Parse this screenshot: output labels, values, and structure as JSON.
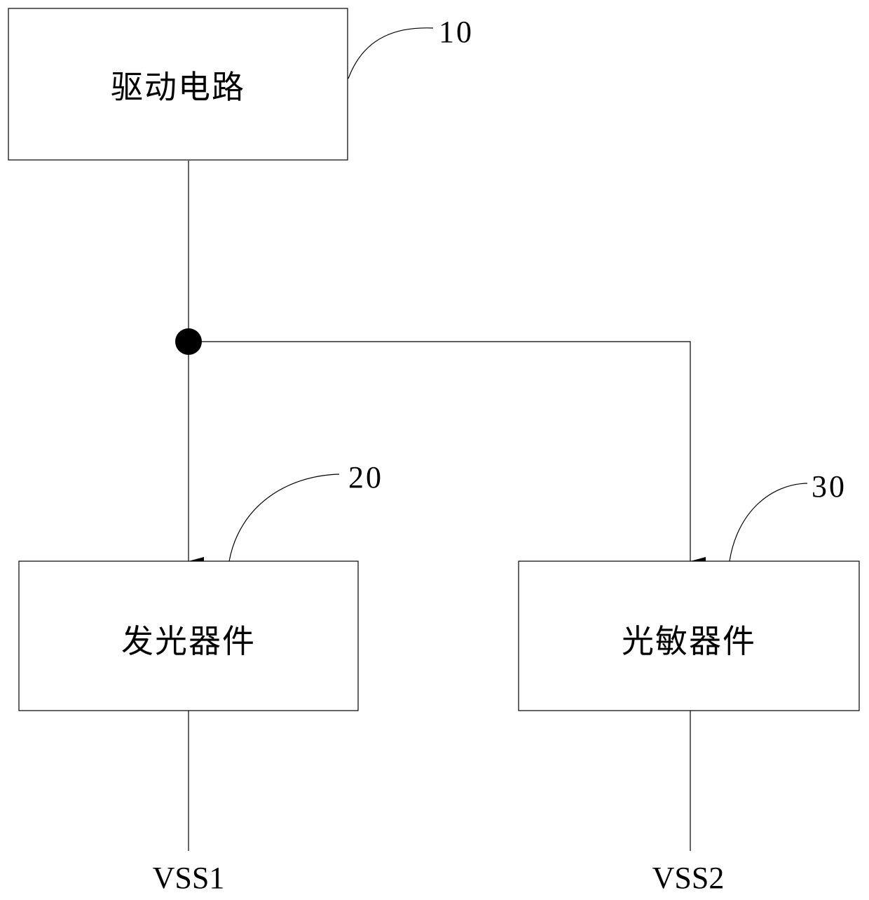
{
  "blocks": {
    "driver": {
      "label": "驱动电路",
      "ref": "10"
    },
    "emitter": {
      "label": "发光器件",
      "ref": "20"
    },
    "sensor": {
      "label": "光敏器件",
      "ref": "30"
    }
  },
  "rails": {
    "emitter_rail": "VSS1",
    "sensor_rail": "VSS2"
  },
  "colors": {
    "stroke": "#000000",
    "background": "#ffffff"
  }
}
